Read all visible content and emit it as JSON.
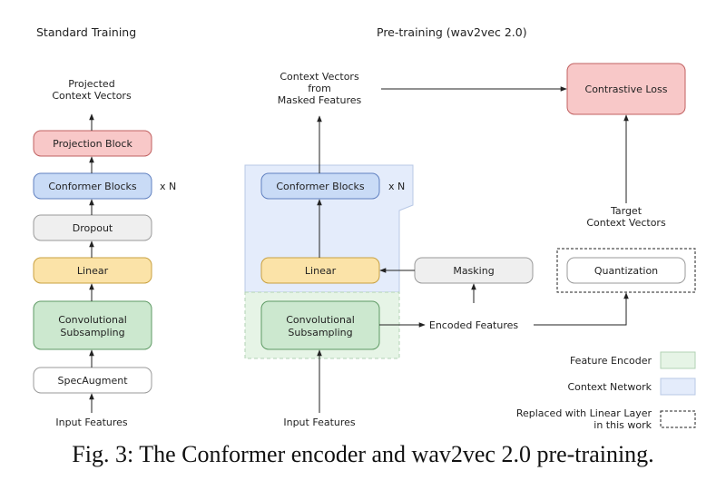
{
  "titles": {
    "standard": "Standard Training",
    "pretraining": "Pre-training (wav2vec 2.0)"
  },
  "standard": {
    "output_line1": "Projected",
    "output_line2": "Context Vectors",
    "projection": "Projection Block",
    "conformer": "Conformer Blocks",
    "times_n": "x N",
    "dropout": "Dropout",
    "linear": "Linear",
    "conv_line1": "Convolutional",
    "conv_line2": "Subsampling",
    "specaugment": "SpecAugment",
    "input": "Input Features"
  },
  "pretrain": {
    "context_line1": "Context Vectors",
    "context_line2": "from",
    "context_line3": "Masked Features",
    "contrastive": "Contrastive Loss",
    "conformer": "Conformer Blocks",
    "times_n": "x N",
    "linear": "Linear",
    "masking": "Masking",
    "conv_line1": "Convolutional",
    "conv_line2": "Subsampling",
    "encoded": "Encoded Features",
    "target_line1": "Target",
    "target_line2": "Context Vectors",
    "quantization": "Quantization",
    "input": "Input Features"
  },
  "legend": {
    "feature_encoder": "Feature Encoder",
    "context_network": "Context Network",
    "replaced_line1": "Replaced with Linear Layer",
    "replaced_line2": "in this work"
  },
  "caption": "Fig. 3: The Conformer encoder and wav2vec 2.0 pre-training.",
  "colors": {
    "projection_fill": "#f8c8c8",
    "projection_stroke": "#c06060",
    "conformer_fill": "#c9dbf6",
    "conformer_stroke": "#6080c0",
    "dropout_fill": "#efefef",
    "dropout_stroke": "#9a9a9a",
    "linear_fill": "#fbe3a8",
    "linear_stroke": "#c8a040",
    "conv_fill": "#cce8cf",
    "conv_stroke": "#5e9a64",
    "feature_region": "#e6f4e6",
    "context_region": "#e4ecfb"
  }
}
